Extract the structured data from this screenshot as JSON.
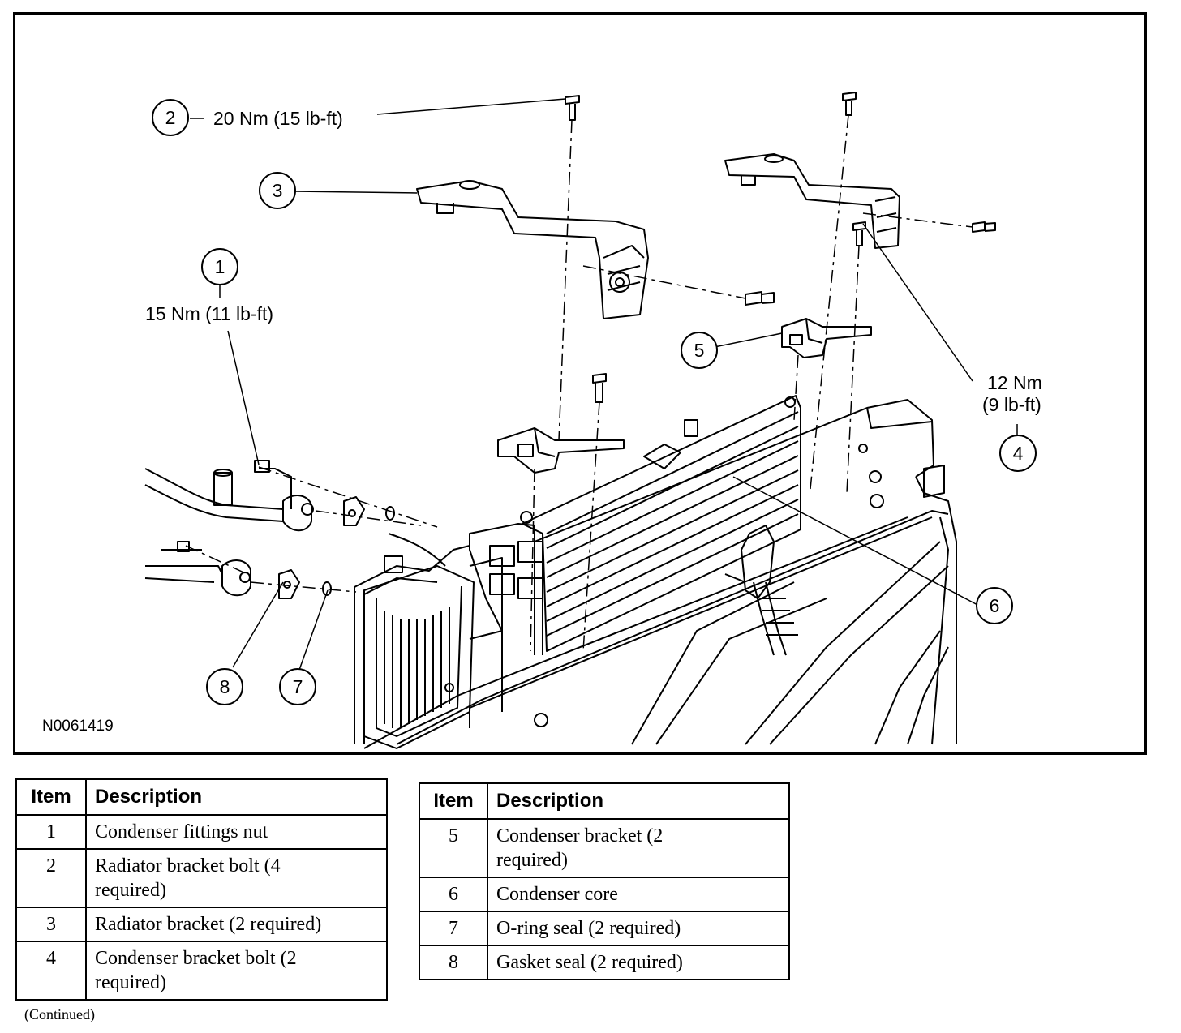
{
  "figure": {
    "id": "N0061419",
    "callouts": [
      {
        "num": "1",
        "torque": "15 Nm (11 lb-ft)"
      },
      {
        "num": "2",
        "torque": "20 Nm (15 lb-ft)"
      },
      {
        "num": "3"
      },
      {
        "num": "4",
        "torque_line1": "12 Nm",
        "torque_line2": "(9 lb-ft)"
      },
      {
        "num": "5"
      },
      {
        "num": "6"
      },
      {
        "num": "7"
      },
      {
        "num": "8"
      }
    ]
  },
  "legend_left": {
    "header_item": "Item",
    "header_desc": "Description",
    "rows": [
      {
        "item": "1",
        "desc": "Condenser fittings nut"
      },
      {
        "item": "2",
        "desc_l1": "Radiator bracket bolt (4",
        "desc_l2": "required)"
      },
      {
        "item": "3",
        "desc": "Radiator bracket (2 required)"
      },
      {
        "item": "4",
        "desc_l1": "Condenser bracket bolt (2",
        "desc_l2": "required)"
      }
    ]
  },
  "legend_right": {
    "header_item": "Item",
    "header_desc": "Description",
    "rows": [
      {
        "item": "5",
        "desc_l1": "Condenser bracket (2",
        "desc_l2": "required)"
      },
      {
        "item": "6",
        "desc": "Condenser core"
      },
      {
        "item": "7",
        "desc": "O-ring seal (2 required)"
      },
      {
        "item": "8",
        "desc": "Gasket seal (2 required)"
      }
    ]
  },
  "footer": {
    "continued": "(Continued)"
  }
}
